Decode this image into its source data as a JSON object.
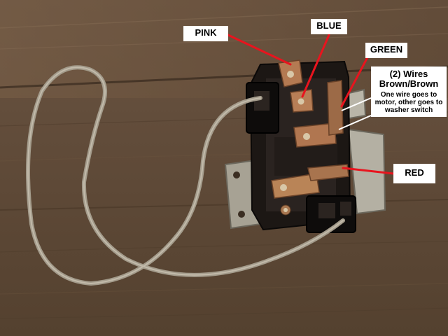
{
  "labels": {
    "pink": "PINK",
    "blue": "BLUE",
    "green": "GREEN",
    "red": "RED",
    "wires_title": "(2) Wires",
    "wires_sub": "Brown/Brown",
    "wires_note": "One wire goes to motor, other goes to washer switch"
  },
  "colors": {
    "callout_line": "#e8141e",
    "label_bg": "#ffffff",
    "label_text": "#000000"
  }
}
